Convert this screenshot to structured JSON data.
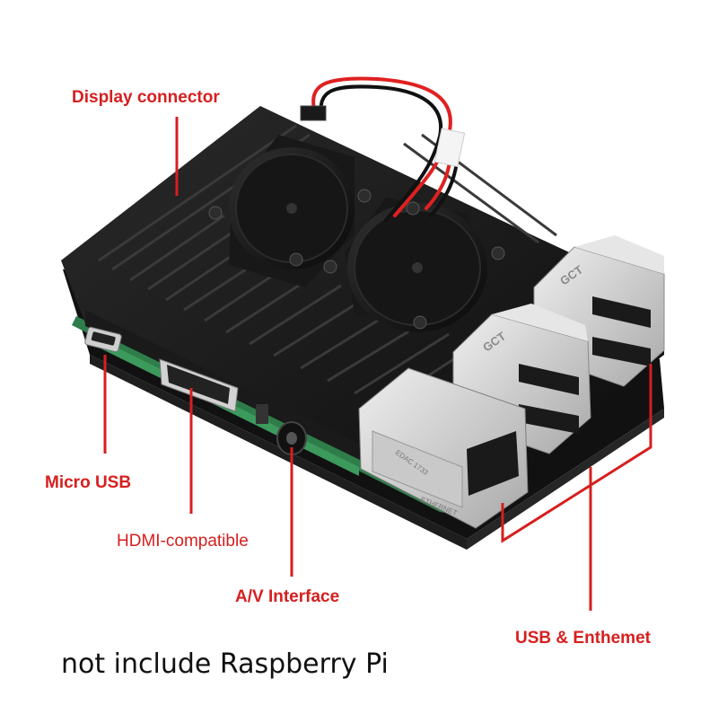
{
  "callouts": {
    "display_connector": "Display connector",
    "micro_usb": "Micro USB",
    "hdmi": "HDMI-compatible",
    "av_interface": "A/V Interface",
    "usb_ethernet": "USB & Enthemet"
  },
  "footer_note": "not include Raspberry Pi",
  "port_markings": {
    "usb_brand": "GCT",
    "ethernet_chip": "EDAC 1733",
    "ethernet_label": "ETHERNET"
  },
  "colors": {
    "callout_red": "#d61f1f",
    "case_black": "#141414",
    "fan_black": "#1c1c1c",
    "wire_red": "#e02020",
    "wire_black": "#111111",
    "usb_silver": "#d4d4d4",
    "ethernet_silver": "#b8b8b8",
    "pcb_green": "#2e7d4a"
  }
}
